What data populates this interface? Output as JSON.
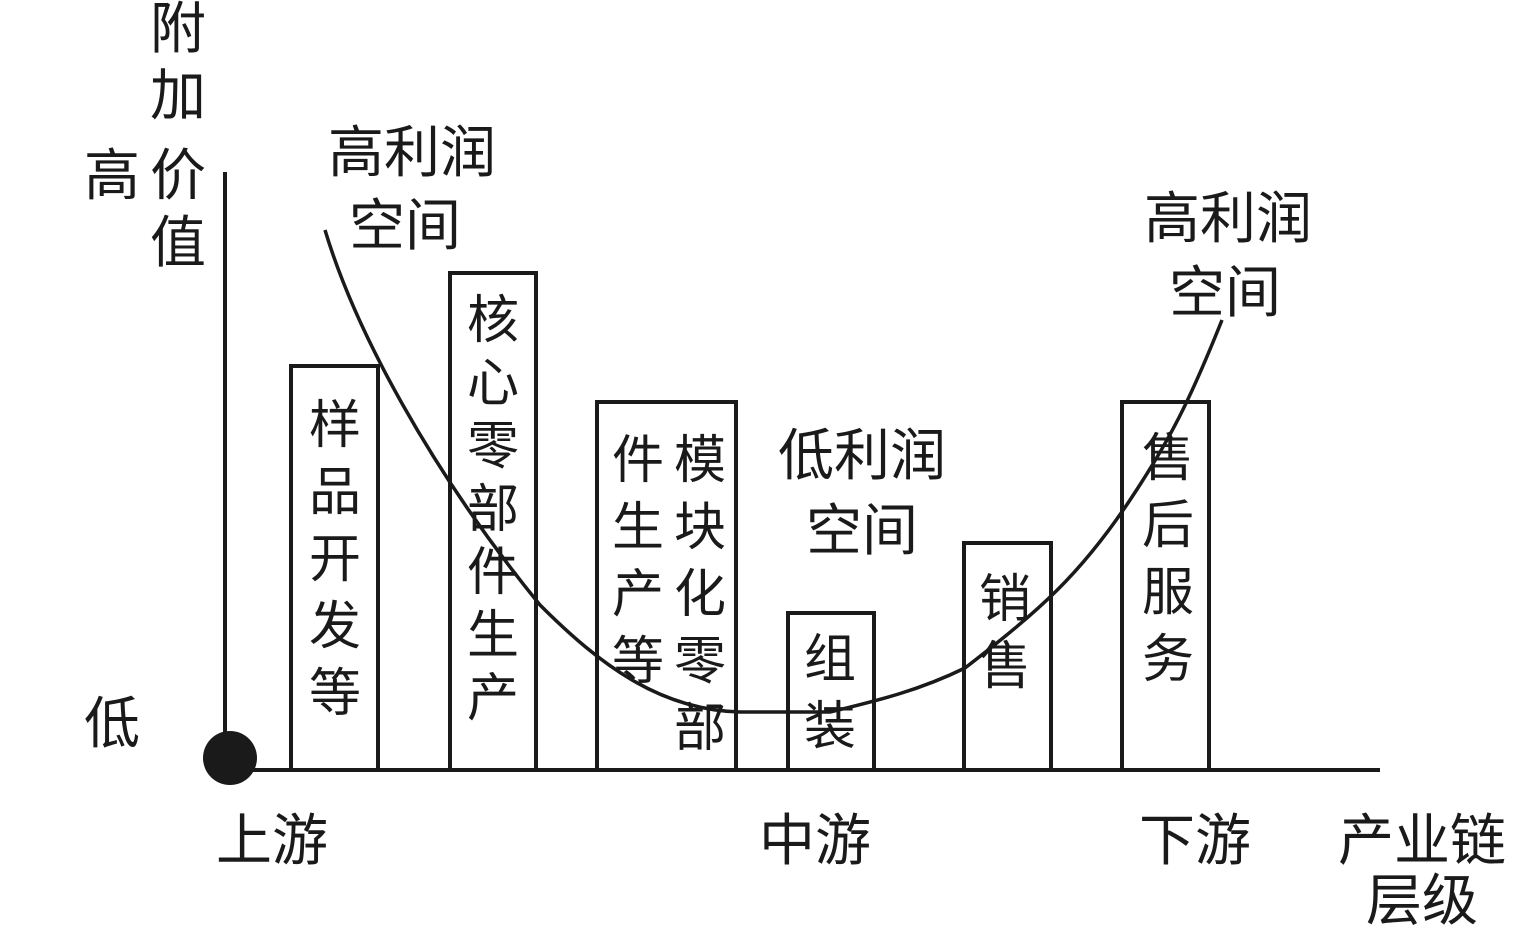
{
  "y_axis": {
    "label": [
      "附",
      "加",
      "价",
      "值"
    ],
    "high": "高",
    "low": "低"
  },
  "x_axis": {
    "upstream": "上游",
    "midstream": "中游",
    "downstream": "下游",
    "label_line1": "产业链",
    "label_line2": "层级"
  },
  "stages": {
    "sample": [
      "样",
      "品",
      "开",
      "发",
      "等"
    ],
    "core_col1": [
      "核",
      "心",
      "零",
      "部",
      "件",
      "生",
      "产"
    ],
    "module_col_right": [
      "模",
      "块",
      "化",
      "零",
      "部"
    ],
    "module_col_left": [
      "件",
      "生",
      "产",
      "等"
    ],
    "assembly": [
      "组",
      "装"
    ],
    "sales": [
      "销",
      "售"
    ],
    "after_sales": [
      "售",
      "后",
      "服",
      "务"
    ]
  },
  "annotations": {
    "left_high_line1": "高利润",
    "left_high_line2": "空间",
    "mid_low_line1": "低利润",
    "mid_low_line2": "空间",
    "right_high_line1": "高利润",
    "right_high_line2": "空间"
  }
}
